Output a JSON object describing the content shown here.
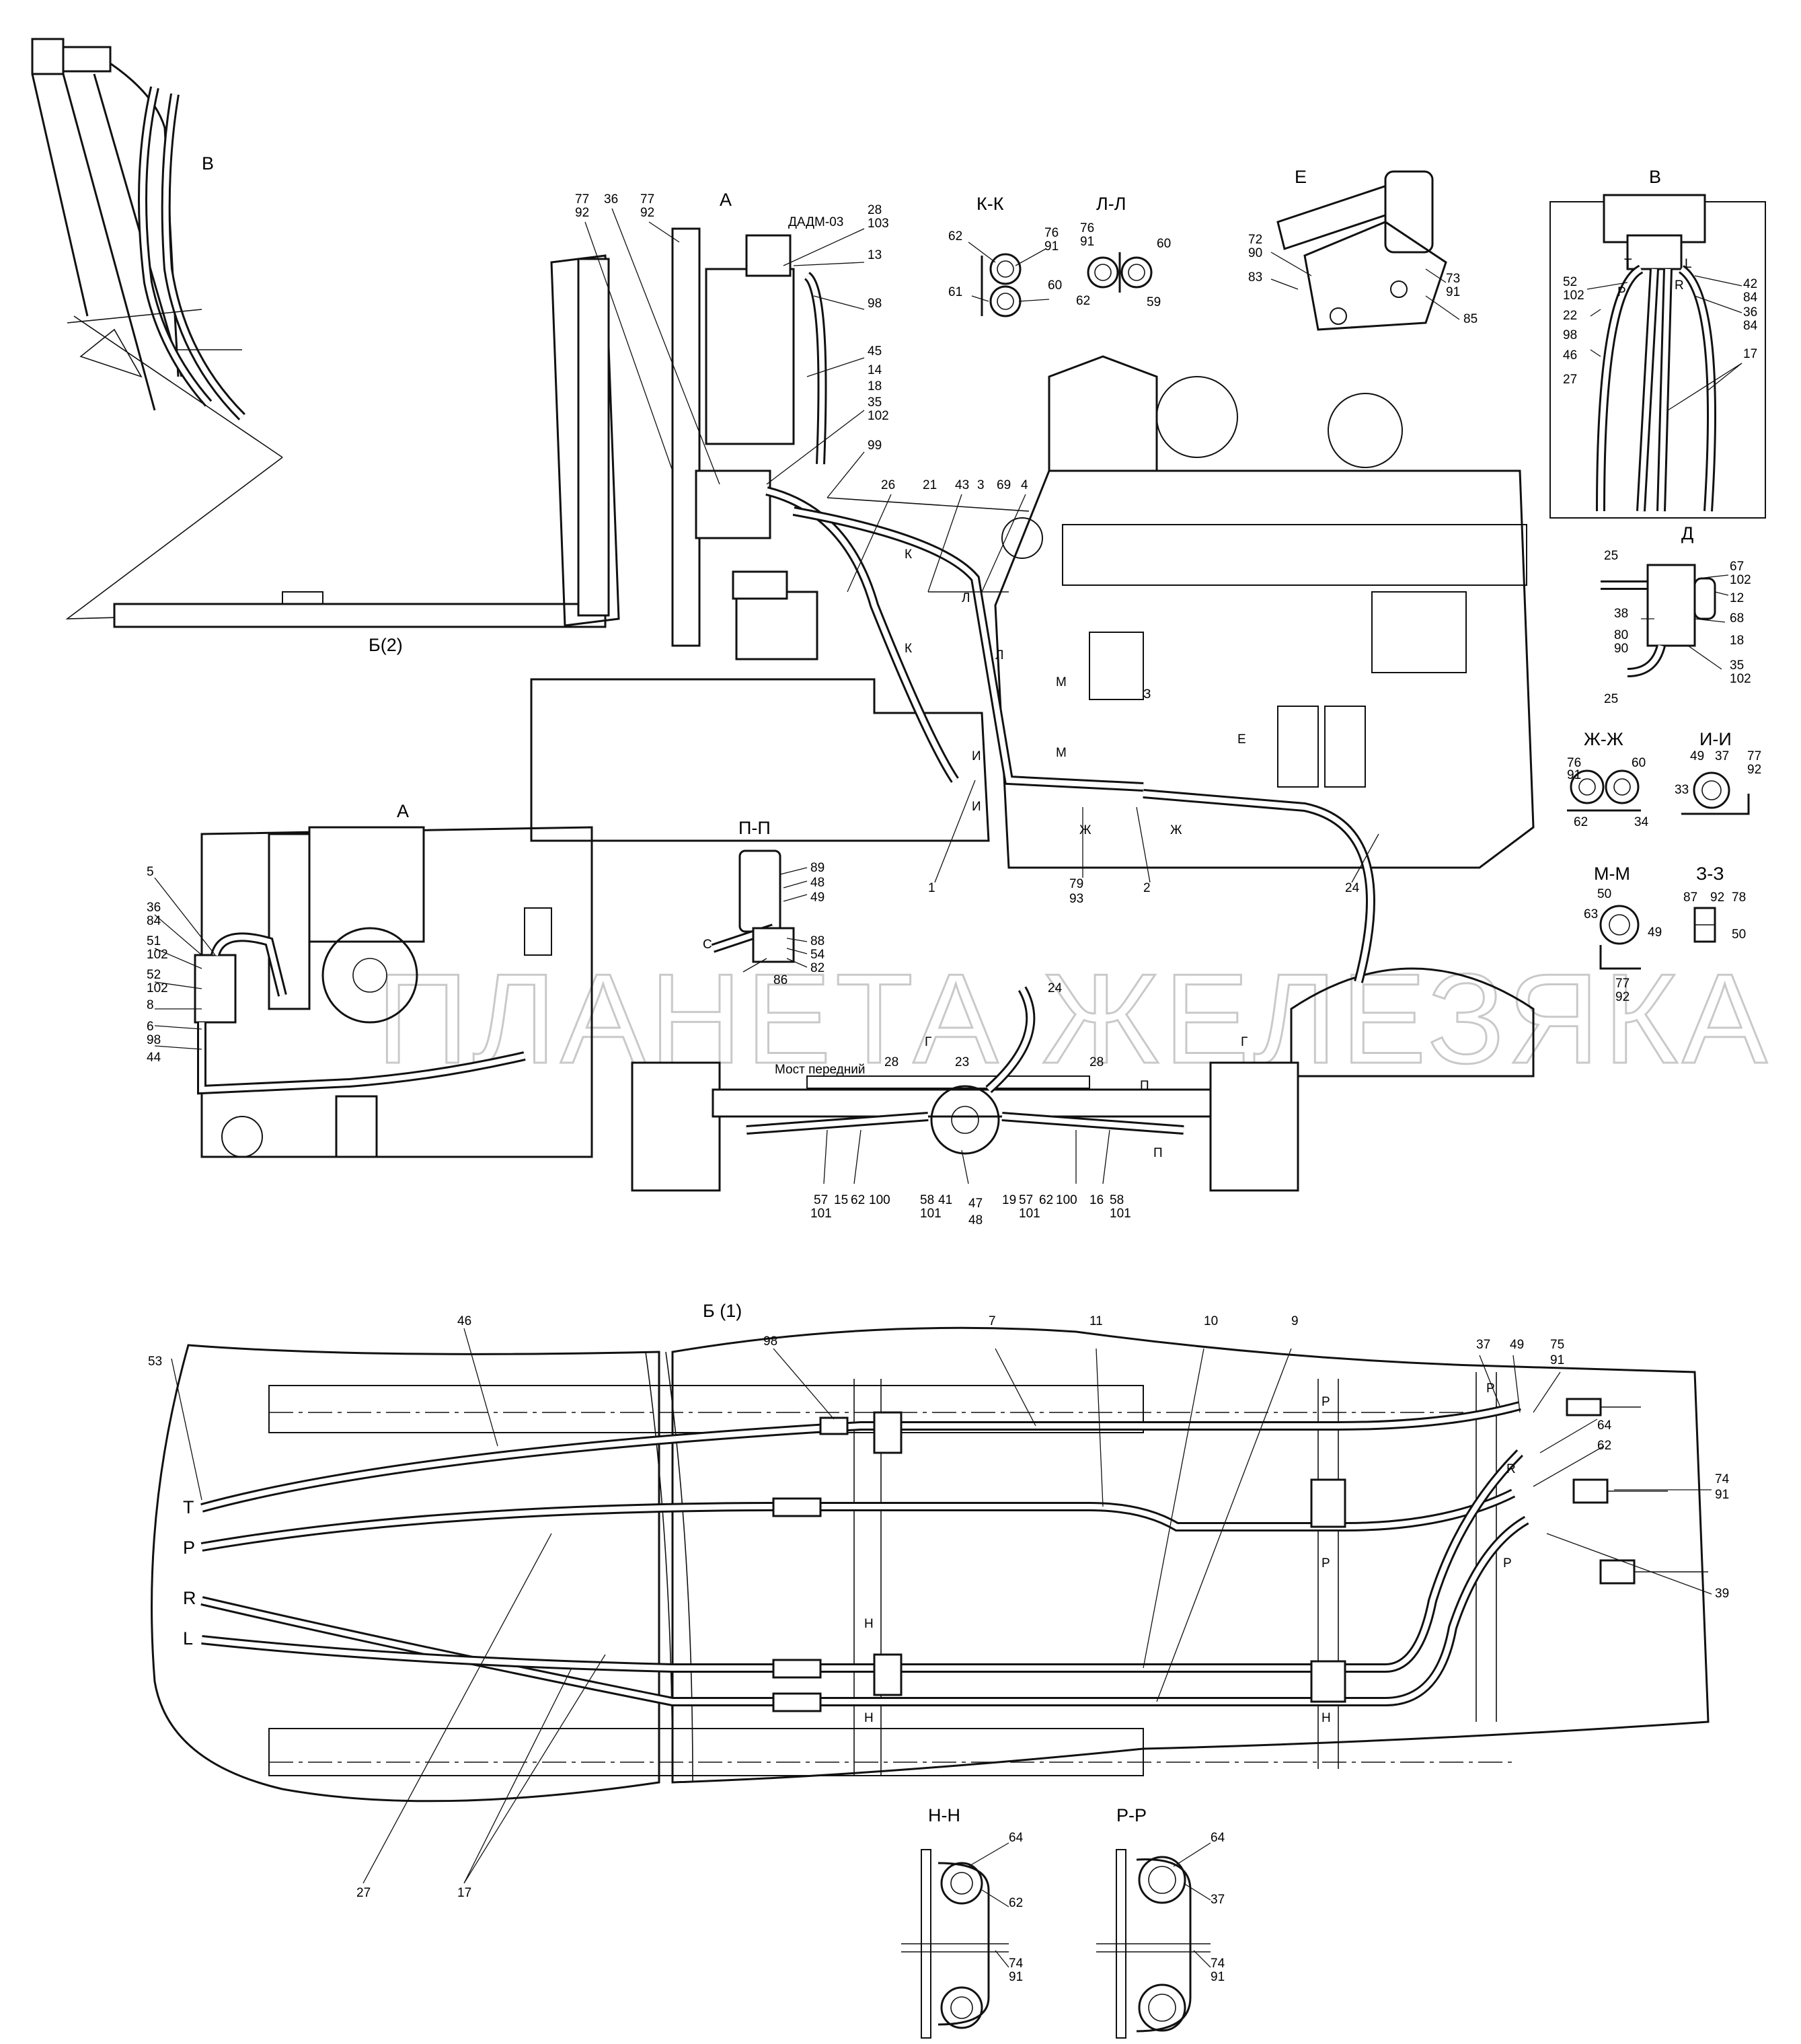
{
  "watermark": "ПЛАНЕТА ЖЕЛЕЗЯКА",
  "views": {
    "v_top_left": "В",
    "v_b2": "Б(2)",
    "v_a_top": "А",
    "dadm": "ДАДМ-03",
    "kk": "К-К",
    "ll": "Л-Л",
    "e": "Е",
    "v_right": "В",
    "d": "Д",
    "a_left": "А",
    "pp": "П-П",
    "zhzh": "Ж-Ж",
    "ii": "И-И",
    "mm": "М-М",
    "zz": "З-З",
    "b1": "Б (1)",
    "nn": "Н-Н",
    "rr": "Р-Р",
    "bridge": "Мост передний"
  },
  "callouts_main": [
    "77",
    "92",
    "36",
    "77",
    "92",
    "28",
    "103",
    "13",
    "98",
    "45",
    "14",
    "18",
    "35",
    "102",
    "99",
    "26",
    "21",
    "43",
    "3",
    "69",
    "4",
    "1",
    "79",
    "93",
    "2",
    "24"
  ],
  "callouts_kk": [
    "62",
    "76",
    "91",
    "61",
    "60"
  ],
  "callouts_ll": [
    "76",
    "91",
    "60",
    "62",
    "59"
  ],
  "callouts_e": [
    "72",
    "90",
    "83",
    "73",
    "91",
    "85"
  ],
  "callouts_v": [
    "52",
    "102",
    "22",
    "98",
    "46",
    "27",
    "42",
    "84",
    "36",
    "84",
    "17"
  ],
  "port_letters": [
    "T",
    "L",
    "P",
    "R",
    "T",
    "P",
    "R",
    "L",
    "P",
    "R",
    "P",
    "Н",
    "Н",
    "Н",
    "Р",
    "Р"
  ],
  "callouts_d": [
    "25",
    "67",
    "102",
    "12",
    "68",
    "38",
    "80",
    "90",
    "18",
    "35",
    "102",
    "25"
  ],
  "callouts_a": [
    "5",
    "36",
    "84",
    "51",
    "102",
    "52",
    "102",
    "8",
    "6",
    "98",
    "44"
  ],
  "callouts_pp": [
    "89",
    "48",
    "49",
    "88",
    "54",
    "82",
    "86",
    "С"
  ],
  "callouts_zhzh": [
    "76",
    "91",
    "60",
    "62",
    "34"
  ],
  "callouts_ii": [
    "49",
    "37",
    "77",
    "92",
    "33"
  ],
  "callouts_mm": [
    "50",
    "63",
    "49",
    "77",
    "92"
  ],
  "callouts_zz": [
    "87",
    "92",
    "78",
    "50"
  ],
  "callouts_axle": [
    "24",
    "28",
    "23",
    "28",
    "57",
    "101",
    "15",
    "62",
    "100",
    "58",
    "41",
    "101",
    "47",
    "48",
    "19",
    "57",
    "101",
    "62",
    "100",
    "16",
    "58",
    "101"
  ],
  "callouts_b1": [
    "53",
    "46",
    "98",
    "7",
    "11",
    "10",
    "9",
    "37",
    "49",
    "75",
    "91",
    "64",
    "62",
    "74",
    "91",
    "39",
    "27",
    "17"
  ],
  "callouts_nn": [
    "64",
    "62",
    "74",
    "91"
  ],
  "callouts_rr": [
    "64",
    "37",
    "74",
    "91"
  ],
  "section_marks": [
    "К",
    "К",
    "Л",
    "Л",
    "М",
    "М",
    "И",
    "И",
    "Ж",
    "Ж",
    "З",
    "Е",
    "Г",
    "Г",
    "П",
    "П"
  ]
}
